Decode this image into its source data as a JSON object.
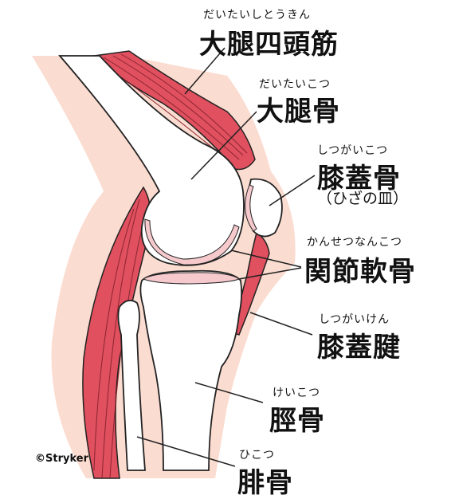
{
  "labels": {
    "quadriceps": {
      "ruby": "だいたいしとうきん",
      "name": "大腿四頭筋"
    },
    "femur": {
      "ruby": "だいたいこつ",
      "name": "大腿骨"
    },
    "patella": {
      "ruby": "しつがいこつ",
      "name": "膝蓋骨",
      "note": "（ひざの皿）"
    },
    "cartilage": {
      "ruby": "かんせつなんこつ",
      "name": "関節軟骨"
    },
    "patellar_tendon": {
      "ruby": "しつがいけん",
      "name": "膝蓋腱"
    },
    "tibia": {
      "ruby": "けいこつ",
      "name": "脛骨"
    },
    "fibula": {
      "ruby": "ひこつ",
      "name": "腓骨"
    }
  },
  "copyright": "©Stryker",
  "colors": {
    "skin": "#fbdcd0",
    "muscle": "#e0505f",
    "muscle_line": "#8a2530",
    "bone": "#ffffff",
    "cartilage": "#f6c9cc",
    "outline": "#222222"
  }
}
